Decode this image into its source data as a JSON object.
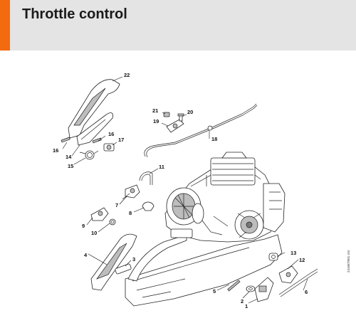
{
  "header": {
    "title": "Throttle control",
    "accent_color": "#f26b0f",
    "background_color": "#e4e4e4"
  },
  "diagram": {
    "callouts": [
      "1",
      "2",
      "3",
      "4",
      "5",
      "6",
      "7",
      "8",
      "9",
      "10",
      "11",
      "12",
      "13",
      "14",
      "15",
      "16",
      "16",
      "17",
      "18",
      "19",
      "20",
      "21",
      "22"
    ],
    "document_number": "2416ET001 GG"
  }
}
